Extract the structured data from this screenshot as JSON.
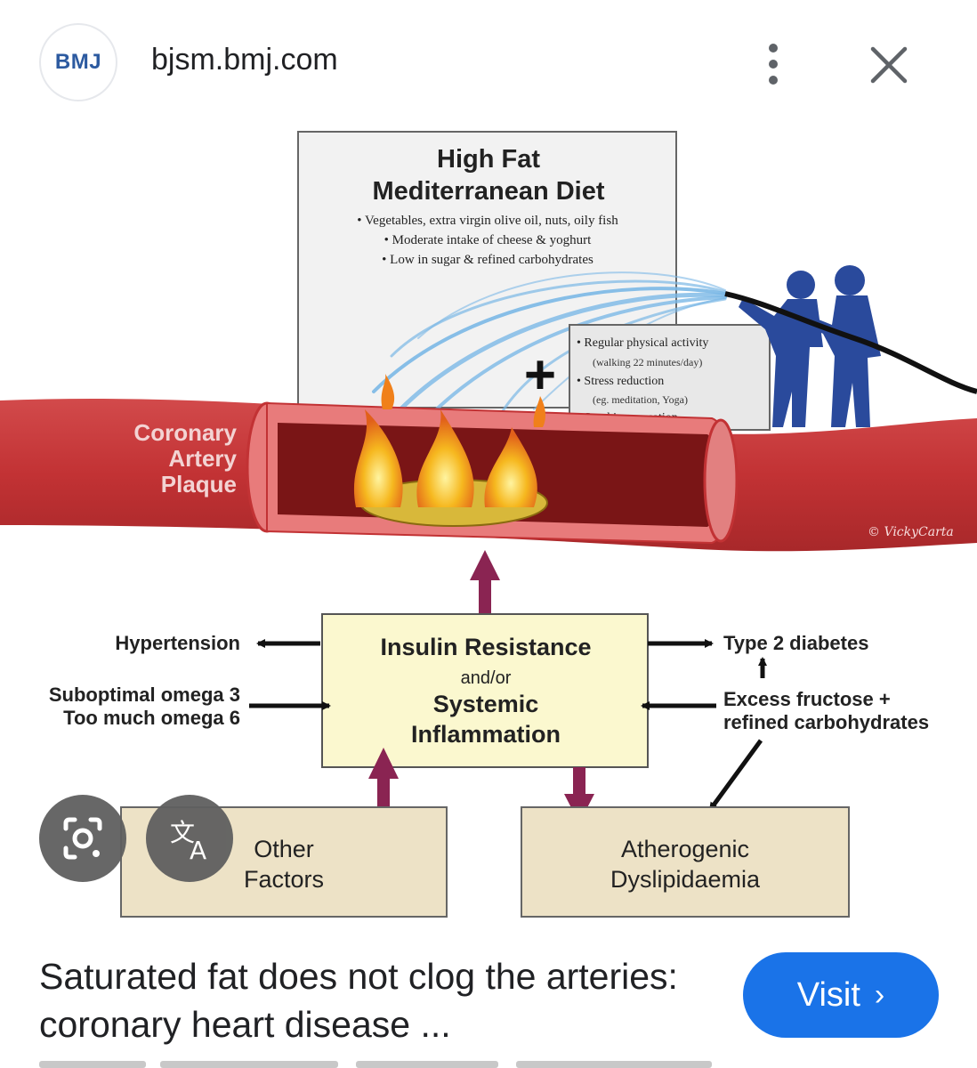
{
  "header": {
    "favicon_text": "BMJ",
    "domain": "bjsm.bmj.com",
    "menu_icon": "more-vert-icon",
    "close_icon": "close-icon"
  },
  "figure": {
    "diet_box": {
      "title_line1": "High Fat",
      "title_line2": "Mediterranean Diet",
      "bullets": [
        "• Vegetables, extra virgin olive oil, nuts, oily fish",
        "• Moderate intake of cheese & yoghurt",
        "• Low in sugar & refined carbohydrates"
      ]
    },
    "plus_sign": "+",
    "lifestyle_box": {
      "lines": [
        "• Regular physical activity",
        "(walking 22 minutes/day)",
        "• Stress reduction",
        "(eg. meditation, Yoga)",
        "• Smoking cessation"
      ]
    },
    "plaque_label": [
      "Coronary",
      "Artery",
      "Plaque"
    ],
    "signature": "© VickyCarta",
    "center_box": {
      "line1": "Insulin Resistance",
      "line2": "and/or",
      "line3": "Systemic",
      "line4": "Inflammation"
    },
    "left_labels": {
      "hypertension": "Hypertension",
      "omega_line1": "Suboptimal omega 3",
      "omega_line2": "Too much omega 6"
    },
    "right_labels": {
      "type2": "Type 2 diabetes",
      "fructose_line1": "Excess fructose +",
      "fructose_line2": "refined carbohydrates"
    },
    "bottom_left_box": [
      "Other",
      "Factors"
    ],
    "bottom_right_box": [
      "Atherogenic",
      "Dyslipidaemia"
    ],
    "colors": {
      "artery": "#c8383a",
      "artery_light": "#e87b7b",
      "yellow_box": "#fbf8cf",
      "tan_box": "#ede2c6",
      "purple_arrow": "#8a2452",
      "firefighter": "#2a4a9c",
      "water": "#7bb8e6"
    }
  },
  "overlay_buttons": {
    "lens_icon": "lens-search-icon",
    "translate_icon": "translate-icon"
  },
  "result": {
    "title": "Saturated fat does not clog the arteries: coronary heart disease ...",
    "visit_label": "Visit",
    "visit_icon": "chevron-right-icon",
    "accent": "#1a73e8"
  }
}
